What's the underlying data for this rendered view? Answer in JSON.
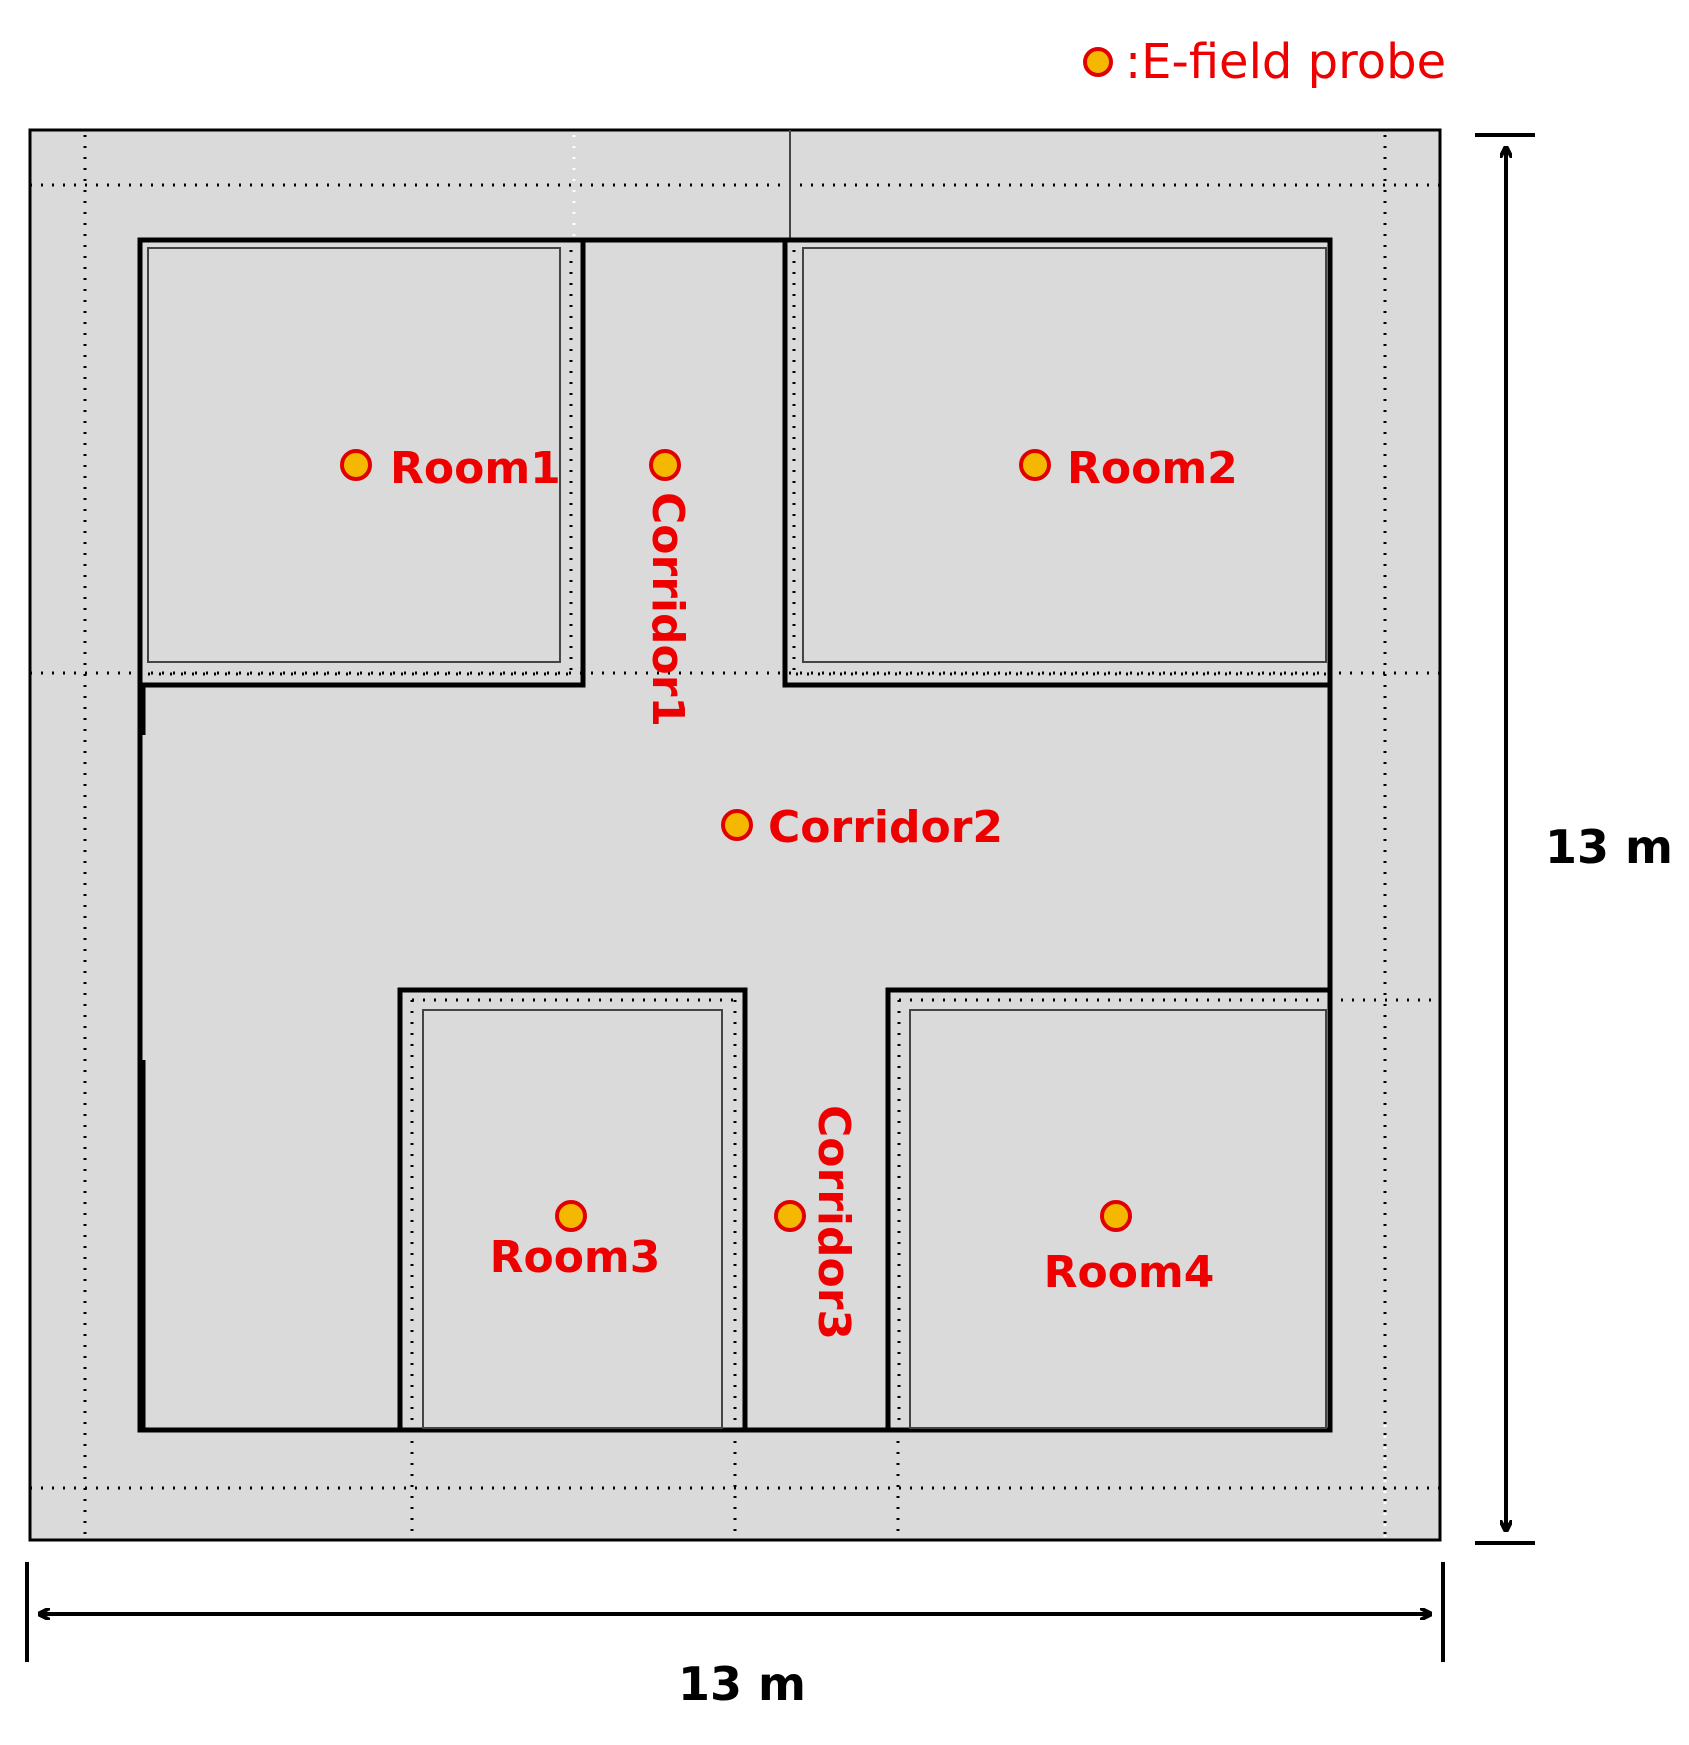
{
  "legend": {
    "label": ":E-field probe",
    "probe_fill": "#f5b800",
    "probe_stroke": "#e00000"
  },
  "dimensions": {
    "width_label": "13 m",
    "height_label": "13 m"
  },
  "probes": [
    {
      "id": "room1",
      "label": "Room1"
    },
    {
      "id": "room2",
      "label": "Room2"
    },
    {
      "id": "room3",
      "label": "Room3"
    },
    {
      "id": "room4",
      "label": "Room4"
    },
    {
      "id": "corridor1",
      "label": "Corridor1"
    },
    {
      "id": "corridor2",
      "label": "Corridor2"
    },
    {
      "id": "corridor3",
      "label": "Corridor3"
    }
  ],
  "colors": {
    "floor": "#dadada",
    "label": "#ee0000",
    "wall": "#000000"
  }
}
